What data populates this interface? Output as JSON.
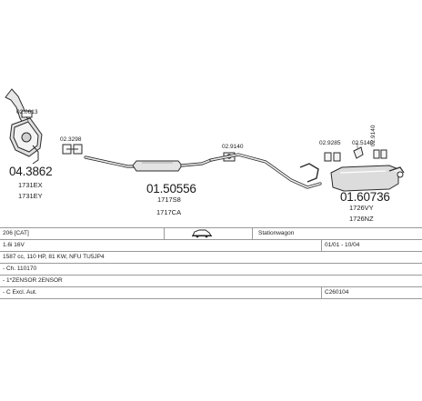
{
  "diagram": {
    "parts": [
      {
        "id": "catalyst_ref",
        "label": "02.0613"
      },
      {
        "id": "clamp_left_ref",
        "label": "02.3298"
      },
      {
        "id": "front_main_part",
        "label": "04.3862"
      },
      {
        "id": "front_sub_1",
        "label": "1731EX"
      },
      {
        "id": "front_sub_2",
        "label": "1731EY"
      },
      {
        "id": "middle_main_part",
        "label": "01.50556"
      },
      {
        "id": "middle_sub_1",
        "label": "1717S8"
      },
      {
        "id": "middle_sub_2",
        "label": "1717CA"
      },
      {
        "id": "hanger_mid_ref",
        "label": "02.9140"
      },
      {
        "id": "hanger_rear_ref",
        "label": "02.9285"
      },
      {
        "id": "clamp_rear_ref",
        "label": "02.5140"
      },
      {
        "id": "rear_hanger_ref",
        "label": "02.9140"
      },
      {
        "id": "rear_main_part",
        "label": "01.60736"
      },
      {
        "id": "rear_sub_1",
        "label": "1726VY"
      },
      {
        "id": "rear_sub_2",
        "label": "1726NZ"
      }
    ]
  },
  "table": {
    "model": "206 [CAT]",
    "body_icon": "car-side-icon",
    "body_type": "Stationwagon",
    "engine": "1.6i 16V",
    "date_range": "01/01 - 10/04",
    "specs": "1587 cc, 110 HP, 81 KW, NFU TU5JP4",
    "chassis": "- Ch. 110170",
    "sensor": "- 1*ZENSOR 2ENSOR",
    "options": "- C Excl. Aut.",
    "code": "C260104"
  }
}
